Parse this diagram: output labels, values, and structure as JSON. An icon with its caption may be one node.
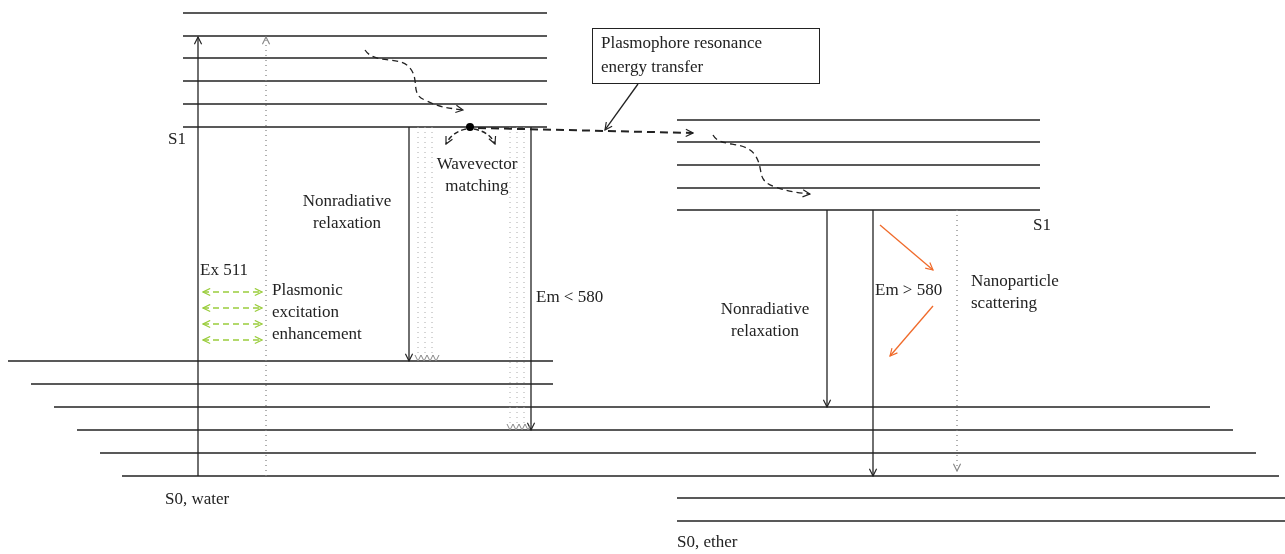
{
  "diagram": {
    "nodes": [
      {
        "text": [
          "Plasmophore resonance energy transfer"
        ]
      },
      {
        "text": [],
        "shape": "arrow"
      }
    ],
    "edges": [
      {
        "from": 0,
        "to": 1,
        "arrow": "to"
      }
    ],
    "labels": [
      "S1",
      "Wavevector matching",
      "Nonradiative relaxation",
      "S1",
      "Ex 511",
      "Plasmonic excitation enhancement",
      "Em < 580",
      "Nanoparticle scattering",
      "Em > 580",
      "Nonradiative relaxation",
      "S0, water",
      "S0, ether"
    ]
  }
}
